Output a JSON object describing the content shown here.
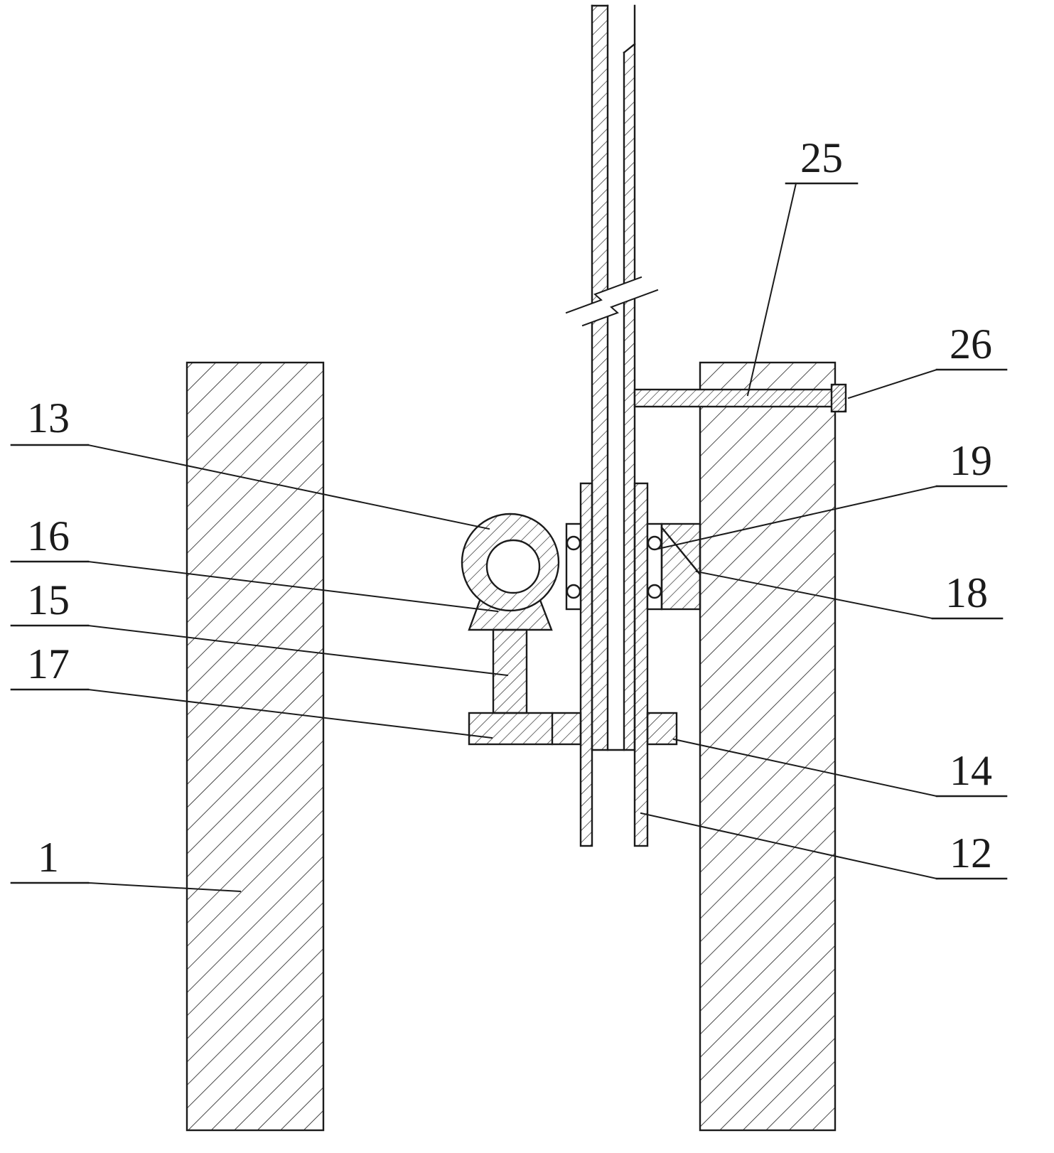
{
  "figure": {
    "background_color": "#ffffff",
    "line_color": "#1b1b1b"
  },
  "labels": {
    "l13": "13",
    "l16": "16",
    "l15": "15",
    "l17": "17",
    "l1": "1",
    "l25": "25",
    "l26": "26",
    "l19": "19",
    "l18": "18",
    "l14": "14",
    "l12": "12"
  }
}
